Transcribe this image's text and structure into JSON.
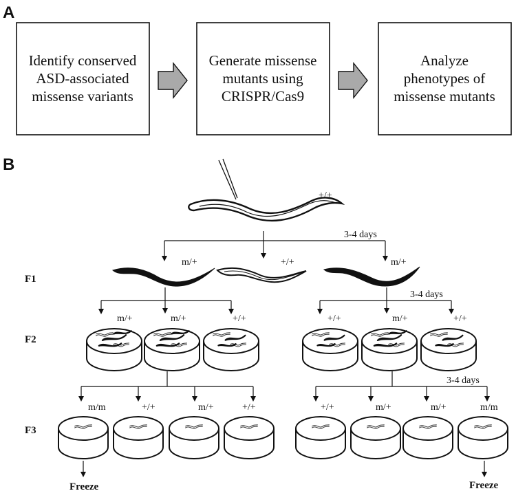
{
  "panels": {
    "a": "A",
    "b": "B"
  },
  "workflow": {
    "step1": [
      "Identify conserved",
      "ASD-associated",
      "missense variants"
    ],
    "step2": [
      "Generate missense",
      "mutants using",
      "CRISPR/Cas9"
    ],
    "step3": [
      "Analyze",
      "phenotypes of",
      "missense mutants"
    ]
  },
  "genotypes": {
    "p0": "+/+",
    "f1": [
      "m/+",
      "+/+",
      "m/+"
    ],
    "f2": [
      "m/+",
      "m/+",
      "+/+",
      "+/+",
      "m/+",
      "+/+"
    ],
    "f3": [
      "m/m",
      "+/+",
      "m/+",
      "+/+",
      "+/+",
      "m/+",
      "m/+",
      "m/m"
    ]
  },
  "generations": {
    "f1": "F1",
    "f2": "F2",
    "f3": "F3"
  },
  "intervals": {
    "p0_to_f1": "3-4 days",
    "f1_to_f2": "3-4 days",
    "f2_to_f3": "3-4 days"
  },
  "freeze": {
    "left": "Freeze",
    "right": "Freeze"
  },
  "colors": {
    "ink": "#111111",
    "arrow_fill": "#a9a9a9",
    "background": "#ffffff"
  }
}
